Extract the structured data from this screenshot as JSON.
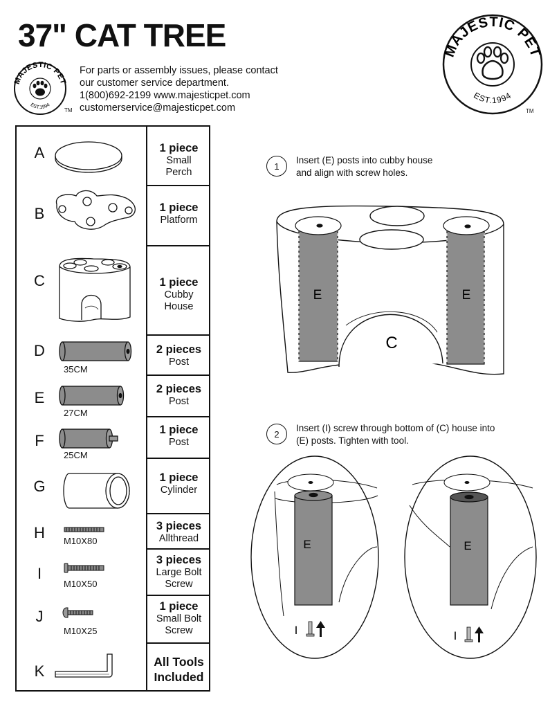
{
  "header": {
    "title": "37\" CAT TREE",
    "contact_lines": [
      "For parts or assembly issues, please contact",
      "our customer service department.",
      "1(800)692-2199   www.majesticpet.com",
      "customerservice@majesticpet.com"
    ]
  },
  "logo": {
    "brand": "MAJESTIC PET",
    "est": "EST.1994",
    "tm": "TM"
  },
  "parts": [
    {
      "letter": "A",
      "qty": "1 piece",
      "name": [
        "Small",
        "Perch"
      ],
      "dim": ""
    },
    {
      "letter": "B",
      "qty": "1 piece",
      "name": [
        "Platform"
      ],
      "dim": ""
    },
    {
      "letter": "C",
      "qty": "1 piece",
      "name": [
        "Cubby",
        "House"
      ],
      "dim": ""
    },
    {
      "letter": "D",
      "qty": "2 pieces",
      "name": [
        "Post"
      ],
      "dim": "35CM"
    },
    {
      "letter": "E",
      "qty": "2 pieces",
      "name": [
        "Post"
      ],
      "dim": "27CM"
    },
    {
      "letter": "F",
      "qty": "1 piece",
      "name": [
        "Post"
      ],
      "dim": "25CM"
    },
    {
      "letter": "G",
      "qty": "1 piece",
      "name": [
        "Cylinder"
      ],
      "dim": ""
    },
    {
      "letter": "H",
      "qty": "3 pieces",
      "name": [
        "Allthread"
      ],
      "dim": "M10X80"
    },
    {
      "letter": "I",
      "qty": "3 pieces",
      "name": [
        "Large Bolt",
        "Screw"
      ],
      "dim": "M10X50"
    },
    {
      "letter": "J",
      "qty": "1 piece",
      "name": [
        "Small Bolt",
        "Screw"
      ],
      "dim": "M10X25"
    },
    {
      "letter": "K",
      "qty": "All Tools",
      "name": [
        "Included"
      ],
      "dim": ""
    }
  ],
  "steps": [
    {
      "number": "1",
      "text": [
        "Insert (E) posts into cubby house",
        "and align with screw holes."
      ]
    },
    {
      "number": "2",
      "text": [
        "Insert (I) screw through bottom of (C) house into",
        "(E) posts. Tighten with tool."
      ]
    }
  ],
  "diagram_labels": {
    "post_e": "E",
    "house_c": "C",
    "screw_i": "I"
  }
}
